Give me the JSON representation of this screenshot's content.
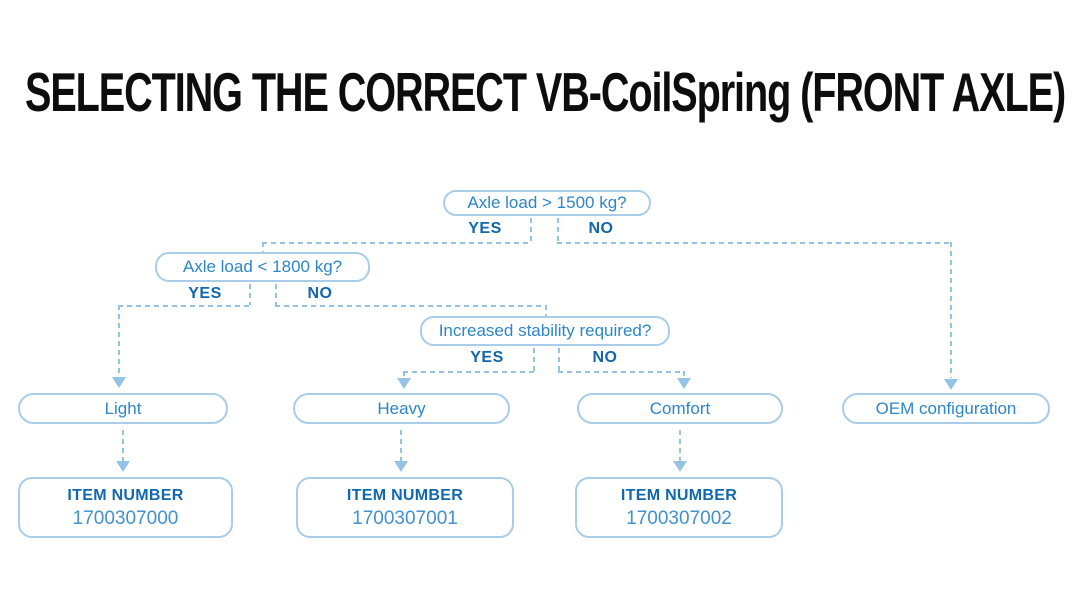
{
  "title": "SELECTING THE CORRECT VB-CoilSpring (FRONT AXLE)",
  "colors": {
    "bg": "#ffffff",
    "title_text": "#0d0d0d",
    "border": "#a9cde9",
    "line": "#94c3e6",
    "question_text": "#2e86c8",
    "decision_text": "#1166ae",
    "item_heading_text": "#1268b0",
    "item_number_text": "#4292cf"
  },
  "flowchart": {
    "questions": [
      {
        "id": "q1",
        "label": "Axle load > 1500 kg?",
        "yes_label": "YES",
        "no_label": "NO",
        "yes_goes_to": "q2",
        "no_goes_to": "oem"
      },
      {
        "id": "q2",
        "label": "Axle load < 1800 kg?",
        "yes_label": "YES",
        "no_label": "NO",
        "yes_goes_to": "light",
        "no_goes_to": "q3"
      },
      {
        "id": "q3",
        "label": "Increased stability required?",
        "yes_label": "YES",
        "no_label": "NO",
        "yes_goes_to": "heavy",
        "no_goes_to": "comfort"
      }
    ],
    "results": [
      {
        "id": "light",
        "label": "Light",
        "item_heading": "ITEM NUMBER",
        "item_number": "1700307000"
      },
      {
        "id": "heavy",
        "label": "Heavy",
        "item_heading": "ITEM NUMBER",
        "item_number": "1700307001"
      },
      {
        "id": "comfort",
        "label": "Comfort",
        "item_heading": "ITEM NUMBER",
        "item_number": "1700307002"
      },
      {
        "id": "oem",
        "label": "OEM configuration"
      }
    ]
  }
}
